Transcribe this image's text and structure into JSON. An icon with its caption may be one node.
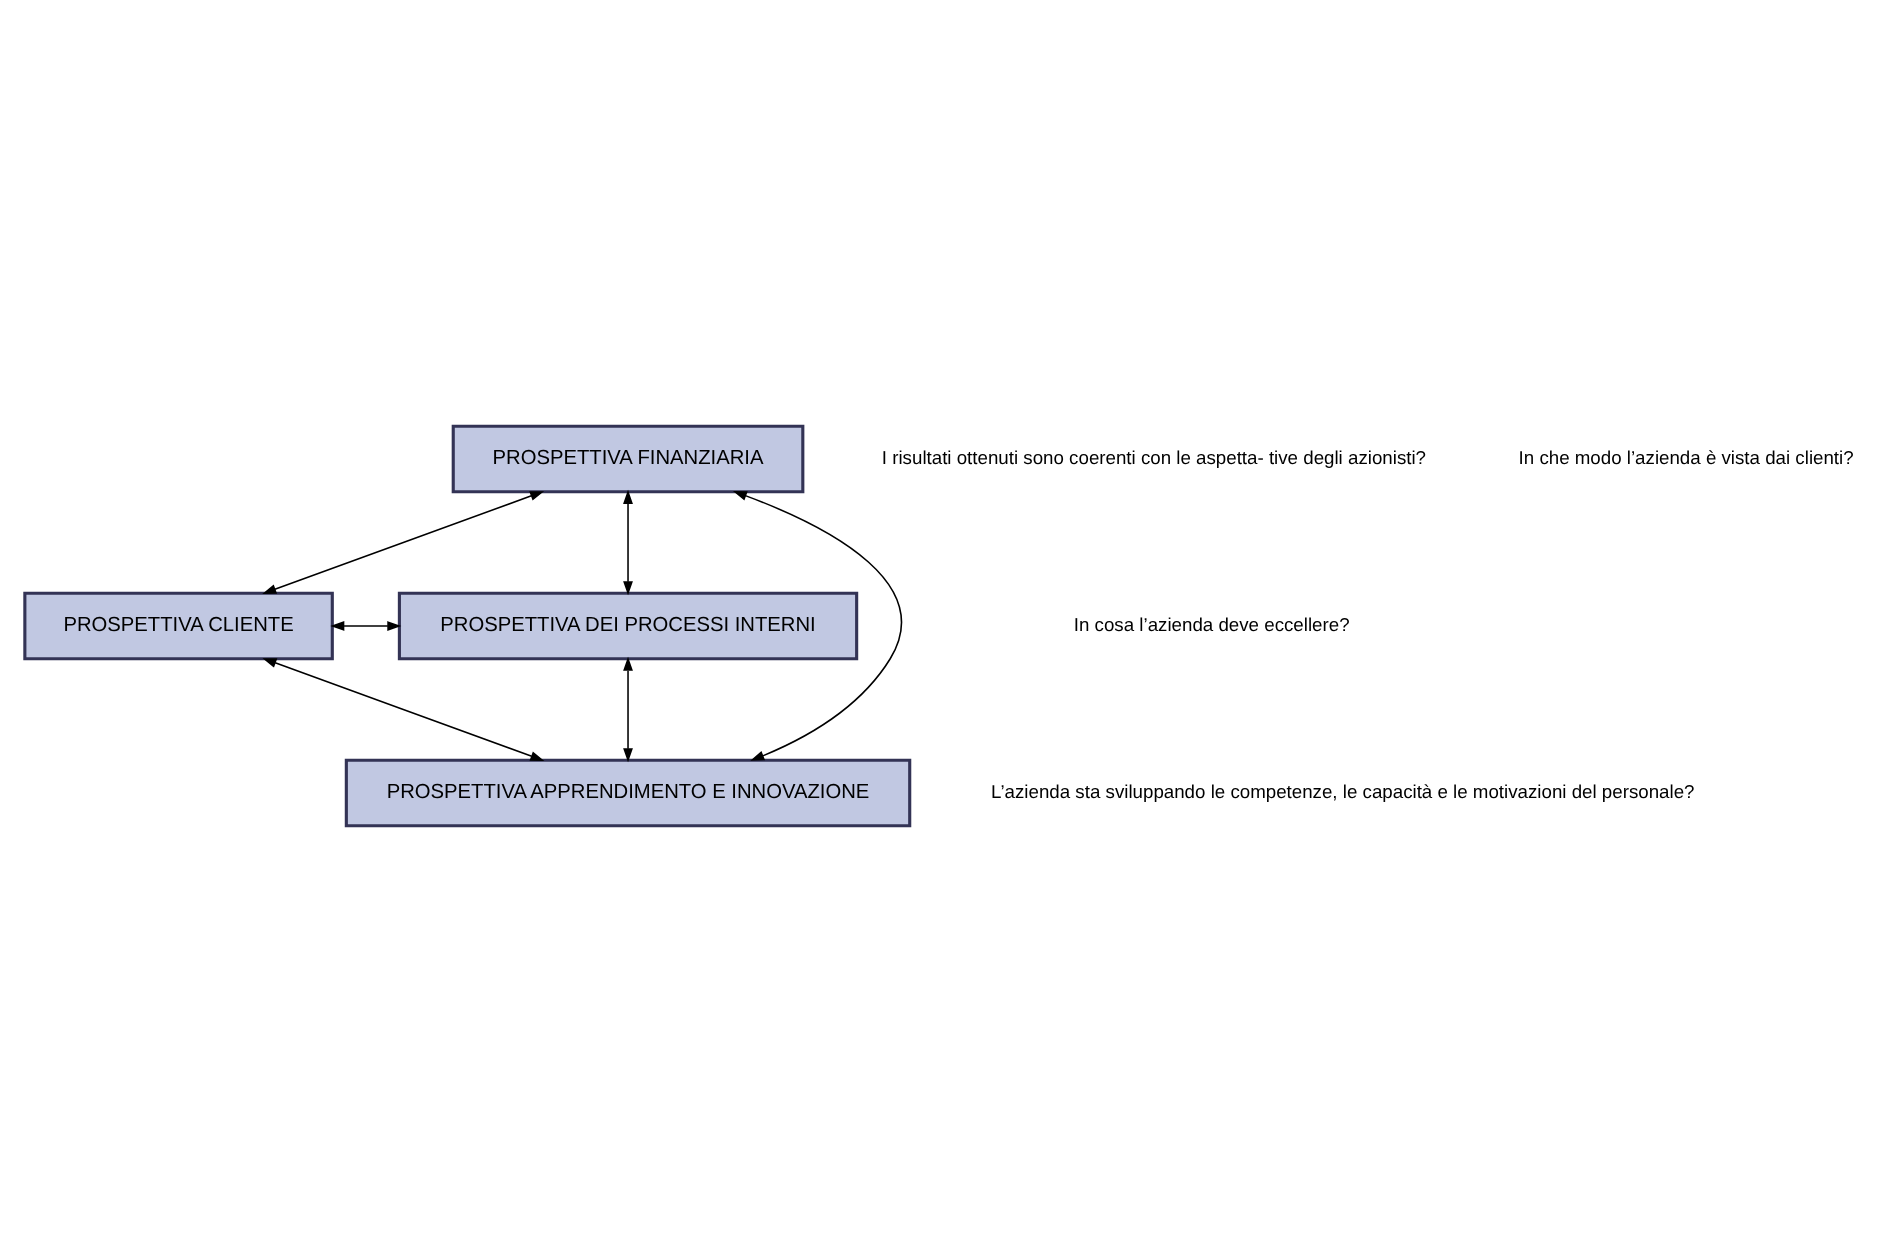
{
  "diagram": {
    "nodes": [
      {
        "text": [
          "PROSPETTIVA FINANZIARIA"
        ]
      },
      {
        "text": [
          "PROSPETTIVA CLIENTE"
        ]
      },
      {
        "text": [
          "PROSPETTIVA DEI PROCESSI INTERNI"
        ]
      },
      {
        "text": [
          "PROSPETTIVA APPRENDIMENTO E INNOVAZIONE"
        ]
      }
    ],
    "edges": [
      {
        "from": 0,
        "to": 1,
        "arrow": "both"
      },
      {
        "from": 0,
        "to": 2,
        "arrow": "both"
      },
      {
        "from": 0,
        "to": 3,
        "arrow": "both"
      },
      {
        "from": 1,
        "to": 2,
        "arrow": "both"
      },
      {
        "from": 1,
        "to": 3,
        "arrow": "both"
      },
      {
        "from": 3,
        "to": 2,
        "arrow": "both"
      }
    ],
    "labels": [
      "I risultati ottenuti sono coerenti con le aspetta- tive degli azionisti?",
      "In che modo l’azienda è vista dai clienti?",
      "In cosa l’azienda deve eccellere?",
      "L’azienda sta sviluppando le competenze, le capacità e le motivazioni del personale?"
    ]
  }
}
